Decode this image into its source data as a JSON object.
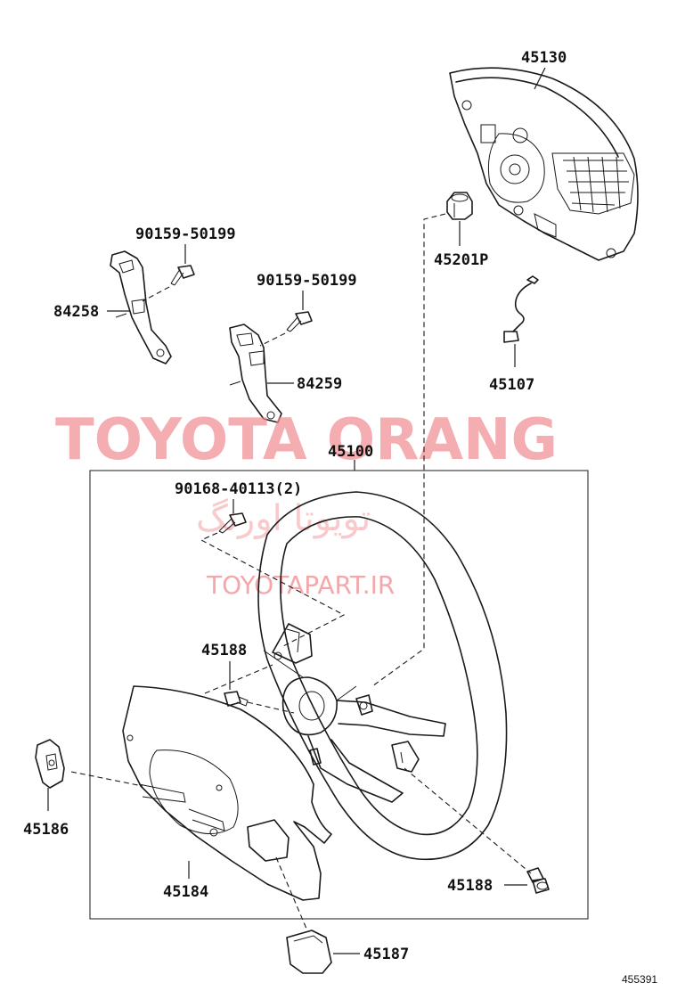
{
  "watermark": {
    "brand": "TOYOTA ORANG",
    "brand_fa": "تويوتا اورنگ",
    "site": "TOYOTAPART.IR"
  },
  "figure_number": "455391",
  "parts": [
    {
      "id": "p45130",
      "number": "45130"
    },
    {
      "id": "p45201p",
      "number": "45201P"
    },
    {
      "id": "p45107",
      "number": "45107"
    },
    {
      "id": "p90159a",
      "number": "90159-50199"
    },
    {
      "id": "p84258",
      "number": "84258"
    },
    {
      "id": "p90159b",
      "number": "90159-50199"
    },
    {
      "id": "p84259",
      "number": "84259"
    },
    {
      "id": "p45100",
      "number": "45100"
    },
    {
      "id": "p90168",
      "number": "90168-40113(2)"
    },
    {
      "id": "p45188a",
      "number": "45188"
    },
    {
      "id": "p45186",
      "number": "45186"
    },
    {
      "id": "p45184",
      "number": "45184"
    },
    {
      "id": "p45188b",
      "number": "45188"
    },
    {
      "id": "p45187",
      "number": "45187"
    }
  ]
}
